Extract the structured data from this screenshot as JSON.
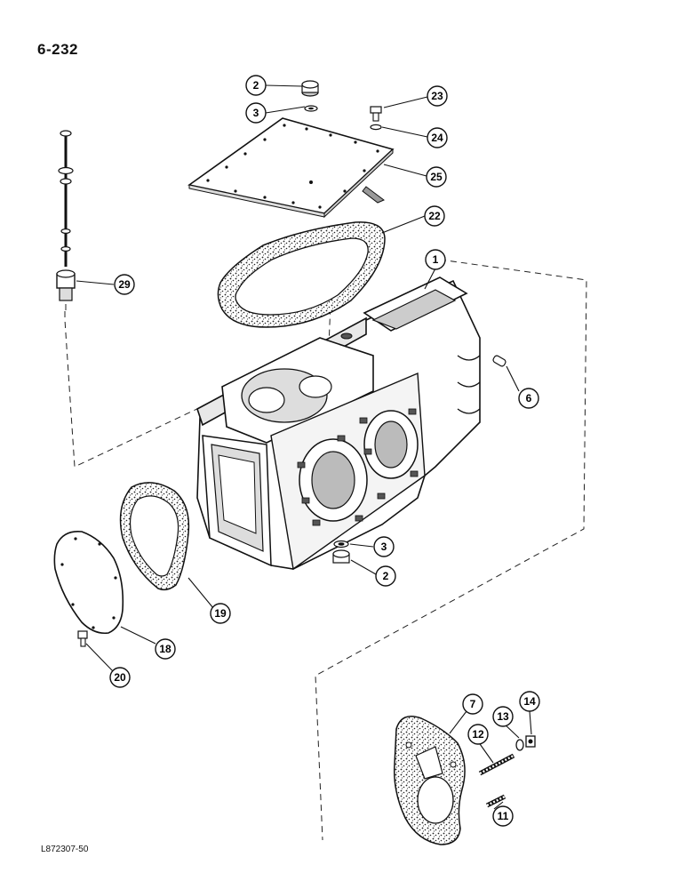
{
  "page_number": "6-232",
  "reference_code": "L872307-50",
  "callouts": [
    {
      "id": "c2a",
      "label": "2"
    },
    {
      "id": "c3a",
      "label": "3"
    },
    {
      "id": "c23",
      "label": "23"
    },
    {
      "id": "c24",
      "label": "24"
    },
    {
      "id": "c25",
      "label": "25"
    },
    {
      "id": "c22",
      "label": "22"
    },
    {
      "id": "c29",
      "label": "29"
    },
    {
      "id": "c1",
      "label": "1"
    },
    {
      "id": "c6",
      "label": "6"
    },
    {
      "id": "c3b",
      "label": "3"
    },
    {
      "id": "c2b",
      "label": "2"
    },
    {
      "id": "c19",
      "label": "19"
    },
    {
      "id": "c18",
      "label": "18"
    },
    {
      "id": "c20",
      "label": "20"
    },
    {
      "id": "c7",
      "label": "7"
    },
    {
      "id": "c14",
      "label": "14"
    },
    {
      "id": "c13",
      "label": "13"
    },
    {
      "id": "c12",
      "label": "12"
    },
    {
      "id": "c11",
      "label": "11"
    }
  ]
}
